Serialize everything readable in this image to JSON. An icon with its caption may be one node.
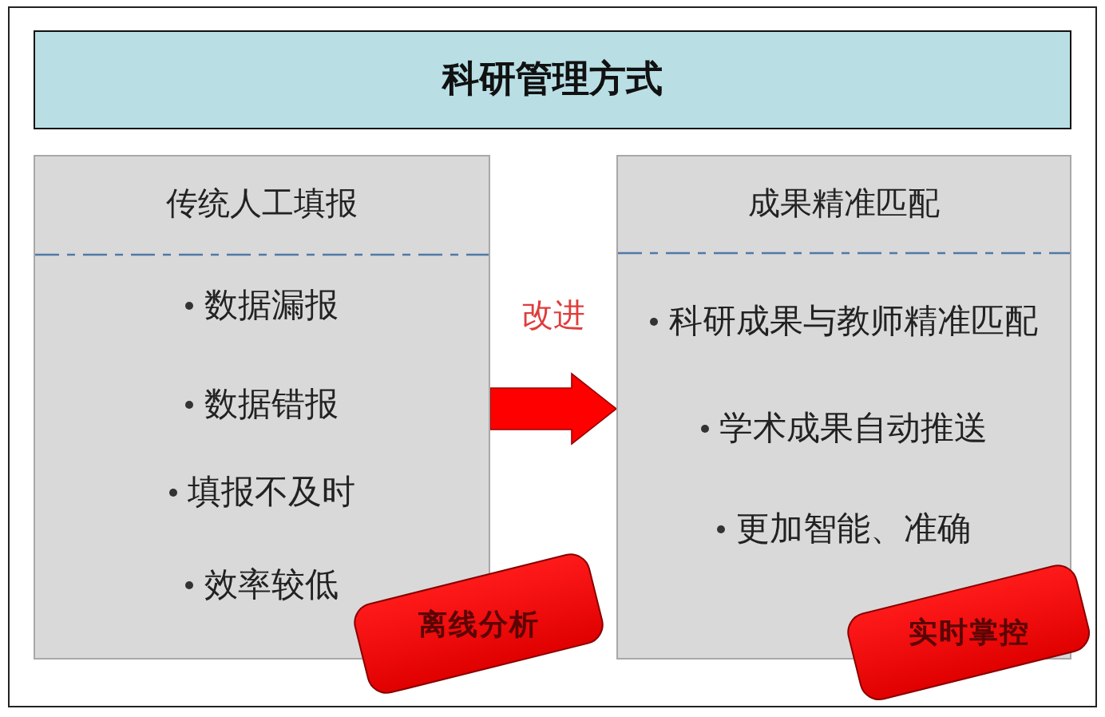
{
  "diagram": {
    "nodes": [
      {
        "text": [
          "科研管理方式"
        ]
      },
      {
        "text": [
          "传统人工填报",
          "数据漏报",
          "数据错报",
          "填报不及时",
          "效率较低"
        ]
      },
      {
        "text": [
          "成果精准匹配",
          "科研成果与教师精准匹配",
          "学术成果自动推送",
          "更加智能、准确"
        ]
      },
      {
        "text": [
          "离线分析"
        ]
      },
      {
        "text": [
          "实时掌控"
        ]
      }
    ],
    "edges": [
      {
        "from": 1,
        "to": 2,
        "arrow": "to",
        "label": "改进",
        "color": "#ff0000"
      }
    ]
  }
}
